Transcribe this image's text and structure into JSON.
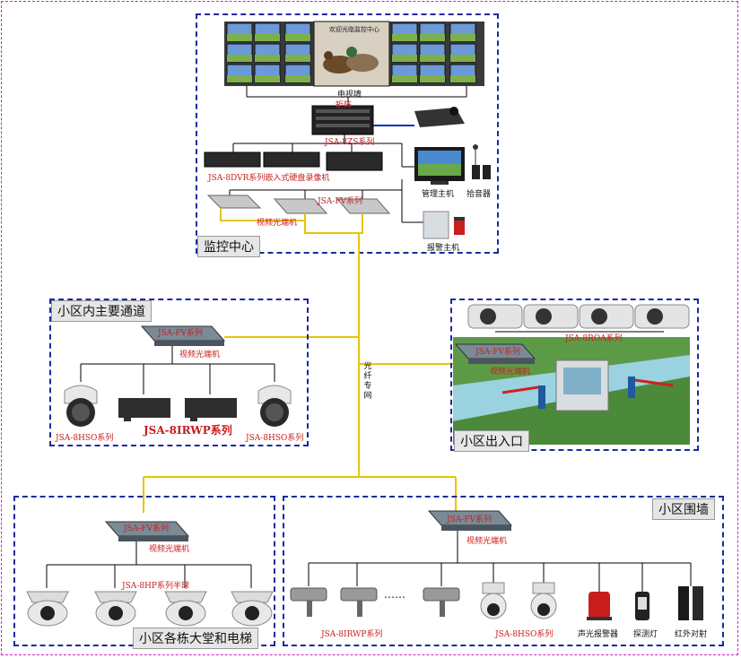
{
  "zones": {
    "control_center": "监控中心",
    "main_road": "小区内主要通道",
    "entrance": "小区出入口",
    "lobby_elevator": "小区各栋大堂和电梯",
    "perimeter": "小区围墙"
  },
  "control": {
    "wall_title": "欢迎光临监控中心",
    "tv_wall_label": "电视墙",
    "matrix_label": "矩阵",
    "matrix_model": "JSA-8ZS系列",
    "dvr_label": "JSA-8DVR系列嵌入式硬盘录像机",
    "fv_series": "JSA-FV系列",
    "optical_transceiver": "视频光端机",
    "host_label": "管理主机",
    "pickup_label": "拾音器",
    "alarm_host_label": "报警主机"
  },
  "fiber_network": "光纤专网",
  "main_road": {
    "fv_series": "JSA-FV系列",
    "optical_transceiver": "视频光端机",
    "hso_left": "JSA-8HSO系列",
    "irwp": "JSA-8IRWP系列",
    "hso_right": "JSA-8HSO系列"
  },
  "entrance": {
    "fv_series": "JSA-FV系列",
    "optical_transceiver": "视频光端机",
    "roa": "JSA-8ROA系列"
  },
  "lobby": {
    "fv_series": "JSA-FV系列",
    "optical_transceiver": "视频光端机",
    "hp": "JSA-8HP系列半球"
  },
  "perimeter": {
    "fv_series": "JSA-FV系列",
    "optical_transceiver": "视频光端机",
    "irwp": "JSA-8IRWP系列",
    "dots": "……",
    "hso": "JSA-8HSO系列",
    "siren": "声光报警器",
    "detector": "探测灯",
    "infrared": "红外对射"
  },
  "colors": {
    "frame": "#d020d0",
    "zone_border": "#1a2aa0",
    "fiber": "#e8c400",
    "red_text": "#c81e1e",
    "blue_link": "#1030c0"
  }
}
